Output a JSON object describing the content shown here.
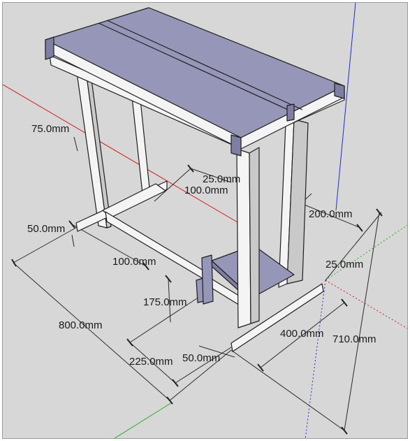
{
  "colors": {
    "background": "#d7d7d7",
    "board_top": "#9697b8",
    "board_side": "#7e7fa3",
    "wood_light": "#f4f4f4",
    "wood_shade": "#c9c9c9",
    "edge": "#1e1e1e",
    "axis_red": "#d21c1c",
    "axis_green": "#1fb31f",
    "axis_blue": "#1f2bd6"
  },
  "dimensions": {
    "d75": "75.0mm",
    "d25_top": "25.0mm",
    "d100_top": "100.0mm",
    "d200": "200.0mm",
    "d50_left": "50.0mm",
    "d100_mid": "100.0mm",
    "d25_right": "25.0mm",
    "d175": "175.0mm",
    "d800": "800.0mm",
    "d400": "400.0mm",
    "d710": "710.0mm",
    "d225": "225.0mm",
    "d50_bottom": "50.0mm"
  }
}
